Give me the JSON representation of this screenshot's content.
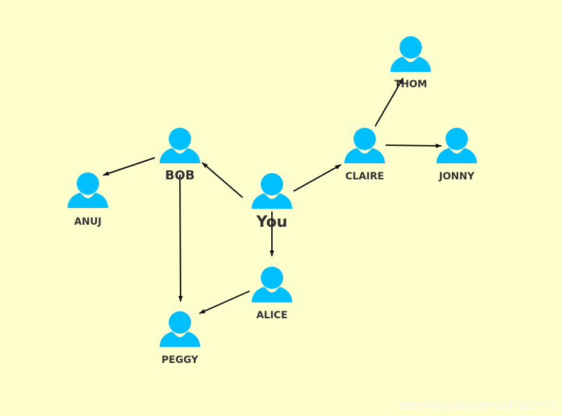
{
  "colors": {
    "background": "#fefecd",
    "person_icon": "#00bfff",
    "edge": "#111111",
    "label": "#333333"
  },
  "nodes": [
    {
      "id": "you",
      "label": "You",
      "icon": "person-icon"
    },
    {
      "id": "bob",
      "label": "BOB",
      "icon": "person-icon"
    },
    {
      "id": "anuj",
      "label": "ANUJ",
      "icon": "person-icon"
    },
    {
      "id": "peggy",
      "label": "PEGGY",
      "icon": "person-icon"
    },
    {
      "id": "alice",
      "label": "ALICE",
      "icon": "person-icon"
    },
    {
      "id": "claire",
      "label": "CLAIRE",
      "icon": "person-icon"
    },
    {
      "id": "thom",
      "label": "THOM",
      "icon": "person-icon"
    },
    {
      "id": "jonny",
      "label": "JONNY",
      "icon": "person-icon"
    }
  ],
  "edges": [
    {
      "from": "you",
      "to": "bob"
    },
    {
      "from": "you",
      "to": "claire"
    },
    {
      "from": "you",
      "to": "alice"
    },
    {
      "from": "bob",
      "to": "anuj"
    },
    {
      "from": "bob",
      "to": "peggy"
    },
    {
      "from": "alice",
      "to": "peggy"
    },
    {
      "from": "claire",
      "to": "thom"
    },
    {
      "from": "claire",
      "to": "jonny"
    }
  ],
  "watermark": "https://blog.csdn.net/me1171115772"
}
